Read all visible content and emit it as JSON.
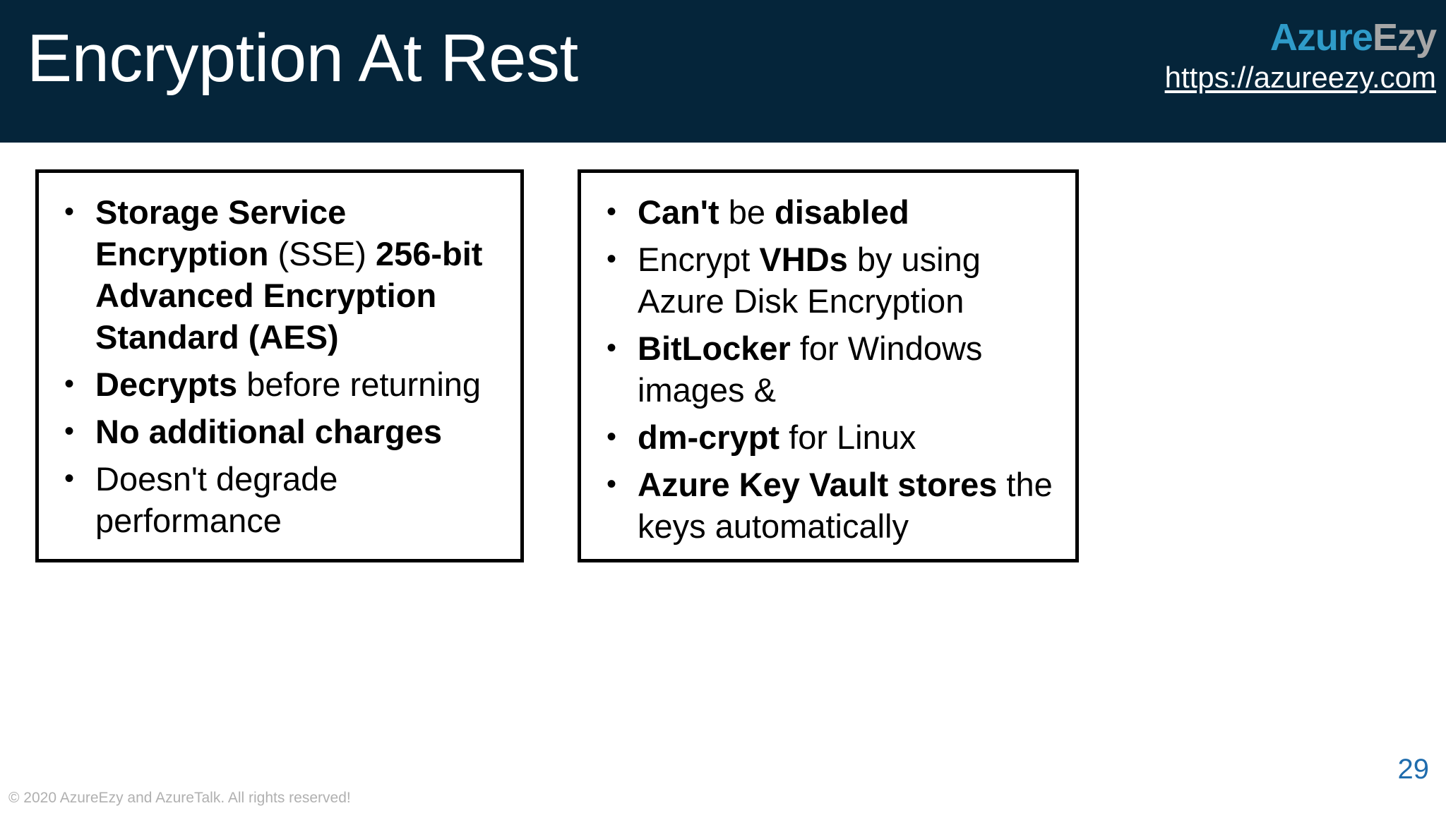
{
  "header": {
    "title": "Encryption At Rest",
    "background_color": "#05253a",
    "brand": {
      "part_azure": "Azure",
      "part_ezy": "Ezy",
      "azure_color": "#2f9bc9",
      "ezy_color": "#a6a6a6",
      "url": "https://azureezy.com"
    }
  },
  "content": {
    "left_box": {
      "bullet_glyph": "•",
      "items": [
        {
          "runs": [
            {
              "text": "Storage Service Encryption ",
              "bold": true
            },
            {
              "text": "(SSE) ",
              "bold": false
            },
            {
              "text": "256-bit Advanced Encryption Standard (AES)",
              "bold": true
            }
          ]
        },
        {
          "runs": [
            {
              "text": "Decrypts ",
              "bold": true
            },
            {
              "text": "before returning",
              "bold": false
            }
          ]
        },
        {
          "runs": [
            {
              "text": "No additional charges",
              "bold": true
            }
          ]
        },
        {
          "runs": [
            {
              "text": "Doesn't degrade performance",
              "bold": false
            }
          ]
        }
      ]
    },
    "right_box": {
      "bullet_glyph": "•",
      "items": [
        {
          "runs": [
            {
              "text": "Can't ",
              "bold": true
            },
            {
              "text": "be ",
              "bold": false
            },
            {
              "text": "disabled",
              "bold": true
            }
          ]
        },
        {
          "runs": [
            {
              "text": "Encrypt ",
              "bold": false
            },
            {
              "text": "VHDs ",
              "bold": true
            },
            {
              "text": "by using Azure Disk Encryption",
              "bold": false
            }
          ]
        },
        {
          "runs": [
            {
              "text": "BitLocker ",
              "bold": true
            },
            {
              "text": "for Windows images &",
              "bold": false
            }
          ]
        },
        {
          "runs": [
            {
              "text": "dm-crypt ",
              "bold": true
            },
            {
              "text": "for Linux",
              "bold": false
            }
          ]
        },
        {
          "runs": [
            {
              "text": "Azure Key Vault stores ",
              "bold": true
            },
            {
              "text": "the keys automatically",
              "bold": false
            }
          ]
        }
      ]
    }
  },
  "footer": {
    "copyright": "© 2020 AzureEzy and AzureTalk. All rights reserved!",
    "page_number": "29",
    "page_number_color": "#1f6cad"
  }
}
